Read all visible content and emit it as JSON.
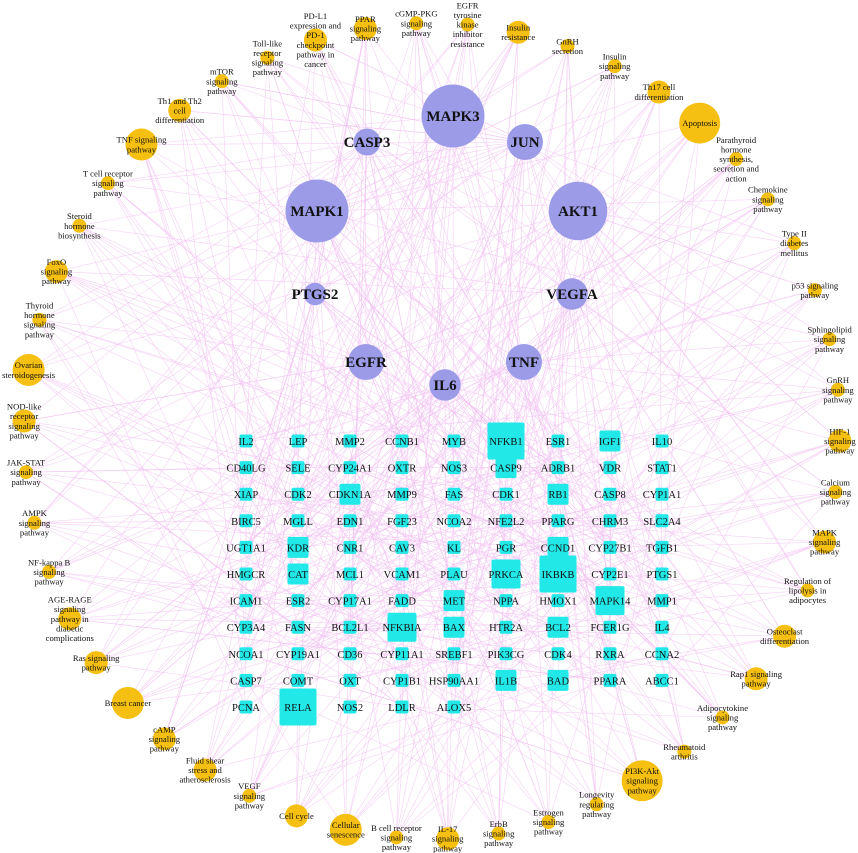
{
  "colors": {
    "edge": "#f2c2f2",
    "hub": "#9b9be8",
    "gene": "#22e8e8",
    "pathway": "#f5c011",
    "text": "#111111"
  },
  "hubs": [
    {
      "label": "MAPK3",
      "weight": 10
    },
    {
      "label": "JUN",
      "weight": 4
    },
    {
      "label": "AKT1",
      "weight": 9
    },
    {
      "label": "VEGFA",
      "weight": 3
    },
    {
      "label": "TNF",
      "weight": 4
    },
    {
      "label": "IL6",
      "weight": 3
    },
    {
      "label": "EGFR",
      "weight": 4
    },
    {
      "label": "PTGS2",
      "weight": 1
    },
    {
      "label": "MAPK1",
      "weight": 10
    },
    {
      "label": "CASP3",
      "weight": 2
    }
  ],
  "gene_rows": [
    [
      "IL2",
      "LEP",
      "MMP2",
      "CCNB1",
      "MYB",
      "NFKB1",
      "ESR1",
      "IGF1",
      "IL10"
    ],
    [
      "CD40LG",
      "SELE",
      "CYP24A1",
      "OXTR",
      "NOS3",
      "CASP9",
      "ADRB1",
      "VDR",
      "STAT1"
    ],
    [
      "XIAP",
      "CDK2",
      "CDKN1A",
      "MMP9",
      "FAS",
      "CDK1",
      "RB1",
      "CASP8",
      "CYP1A1"
    ],
    [
      "BIRC5",
      "MGLL",
      "EDN1",
      "FGF23",
      "NCOA2",
      "NFE2L2",
      "PPARG",
      "CHRM3",
      "SLC2A4"
    ],
    [
      "UGT1A1",
      "KDR",
      "CNR1",
      "CAV3",
      "KL",
      "PGR",
      "CCND1",
      "CYP27B1",
      "TGFB1"
    ],
    [
      "HMGCR",
      "CAT",
      "MCL1",
      "VCAM1",
      "PLAU",
      "PRKCA",
      "IKBKB",
      "CYP2E1",
      "PTGS1"
    ],
    [
      "ICAM1",
      "ESR2",
      "CYP17A1",
      "FADD",
      "MET",
      "NPPA",
      "HMOX1",
      "MAPK14",
      "MMP1"
    ],
    [
      "CYP3A4",
      "FASN",
      "BCL2L1",
      "NFKBIA",
      "BAX",
      "HTR2A",
      "BCL2",
      "FCER1G",
      "IL4"
    ],
    [
      "NCOA1",
      "CYP19A1",
      "CD36",
      "CYP11A1",
      "SREBF1",
      "PIK3CG",
      "CDK4",
      "RXRA",
      "CCNA2"
    ],
    [
      "CASP7",
      "COMT",
      "OXT",
      "CYP1B1",
      "HSP90AA1",
      "IL1B",
      "BAD",
      "PPARA",
      "ABCC1"
    ],
    [
      "PCNA",
      "RELA",
      "NOS2",
      "LDLR",
      "ALOX5"
    ]
  ],
  "gene_weights": {
    "NFKB1": 3,
    "PRKCA": 2,
    "IKBKB": 3,
    "RELA": 3,
    "NFKBIA": 2,
    "MAPK14": 2,
    "CDKN1A": 1,
    "IGF1": 1,
    "BCL2": 1,
    "BAD": 1,
    "IL1B": 1,
    "BAX": 1,
    "CASP9": 1,
    "MET": 1,
    "KDR": 1,
    "CAT": 1,
    "RB1": 1,
    "CCND1": 1
  },
  "pathways": [
    {
      "lines": [
        "EGFR",
        "tyrosine",
        "kinase",
        "inhibitor",
        "resistance"
      ],
      "weight": 0
    },
    {
      "lines": [
        "Insulin",
        "resistance"
      ],
      "weight": 1
    },
    {
      "lines": [
        "GnRH",
        "secretion"
      ],
      "weight": 0
    },
    {
      "lines": [
        "Insulin",
        "signaling",
        "pathway"
      ],
      "weight": 0
    },
    {
      "lines": [
        "Th17 cell",
        "differentiation"
      ],
      "weight": 1
    },
    {
      "lines": [
        "Apoptosis"
      ],
      "weight": 3
    },
    {
      "lines": [
        "Parathyroid",
        "hormone",
        "synthesis,",
        "secretion and",
        "action"
      ],
      "weight": 0
    },
    {
      "lines": [
        "Chemokine",
        "signaling",
        "pathway"
      ],
      "weight": 0
    },
    {
      "lines": [
        "Type II",
        "diabetes",
        "mellitus"
      ],
      "weight": 0
    },
    {
      "lines": [
        "p53 signaling",
        "pathway"
      ],
      "weight": 0
    },
    {
      "lines": [
        "Sphingolipid",
        "signaling",
        "pathway"
      ],
      "weight": 0
    },
    {
      "lines": [
        "GnRH",
        "signaling",
        "pathway"
      ],
      "weight": 0
    },
    {
      "lines": [
        "HIF-1",
        "signaling",
        "pathway"
      ],
      "weight": 1
    },
    {
      "lines": [
        "Calcium",
        "signaling",
        "pathway"
      ],
      "weight": 0
    },
    {
      "lines": [
        "MAPK",
        "signaling",
        "pathway"
      ],
      "weight": 1
    },
    {
      "lines": [
        "Regulation of",
        "lipolysis in",
        "adipocytes"
      ],
      "weight": 0
    },
    {
      "lines": [
        "Osteoclast",
        "differentiation"
      ],
      "weight": 1
    },
    {
      "lines": [
        "Rap1 signaling",
        "pathway"
      ],
      "weight": 1
    },
    {
      "lines": [
        "Adipocytokine",
        "signaling",
        "pathway"
      ],
      "weight": 0
    },
    {
      "lines": [
        "Rheumatoid",
        "arthritis"
      ],
      "weight": 0
    },
    {
      "lines": [
        "PI3K-Akt",
        "signaling",
        "pathway"
      ],
      "weight": 3
    },
    {
      "lines": [
        "Longevity",
        "regulating",
        "pathway"
      ],
      "weight": 0
    },
    {
      "lines": [
        "Estrogen",
        "signaling",
        "pathway"
      ],
      "weight": 0
    },
    {
      "lines": [
        "ErbB",
        "signaling",
        "pathway"
      ],
      "weight": 0
    },
    {
      "lines": [
        "IL-17",
        "signaling",
        "pathway"
      ],
      "weight": 1
    },
    {
      "lines": [
        "B cell receptor",
        "signaling",
        "pathway"
      ],
      "weight": 0
    },
    {
      "lines": [
        "Cellular",
        "senescence"
      ],
      "weight": 2
    },
    {
      "lines": [
        "Cell cycle"
      ],
      "weight": 1
    },
    {
      "lines": [
        "VEGF",
        "signaling",
        "pathway"
      ],
      "weight": 0
    },
    {
      "lines": [
        "Fluid shear",
        "stress and",
        "atherosclerosis"
      ],
      "weight": 1
    },
    {
      "lines": [
        "cAMP",
        "signaling",
        "pathway"
      ],
      "weight": 1
    },
    {
      "lines": [
        "Breast cancer"
      ],
      "weight": 2
    },
    {
      "lines": [
        "Ras signaling",
        "pathway"
      ],
      "weight": 1
    },
    {
      "lines": [
        "AGE-RAGE",
        "signaling",
        "pathway in",
        "diabetic",
        "complications"
      ],
      "weight": 1
    },
    {
      "lines": [
        "NF-kappa B",
        "signaling",
        "pathway"
      ],
      "weight": 0
    },
    {
      "lines": [
        "AMPK",
        "signaling",
        "pathway"
      ],
      "weight": 0
    },
    {
      "lines": [
        "JAK-STAT",
        "signaling",
        "pathway"
      ],
      "weight": 0
    },
    {
      "lines": [
        "NOD-like",
        "receptor",
        "signaling",
        "pathway"
      ],
      "weight": 1
    },
    {
      "lines": [
        "Ovarian",
        "steroidogenesis"
      ],
      "weight": 2
    },
    {
      "lines": [
        "Thyroid",
        "hormone",
        "signaling",
        "pathway"
      ],
      "weight": 0
    },
    {
      "lines": [
        "FoxO",
        "signaling",
        "pathway"
      ],
      "weight": 1
    },
    {
      "lines": [
        "Steroid",
        "hormone",
        "biosynthesis"
      ],
      "weight": 0
    },
    {
      "lines": [
        "T cell receptor",
        "signaling",
        "pathway"
      ],
      "weight": 0
    },
    {
      "lines": [
        "TNF signaling",
        "pathway"
      ],
      "weight": 2
    },
    {
      "lines": [
        "Th1 and Th2",
        "cell",
        "differentiation"
      ],
      "weight": 1
    },
    {
      "lines": [
        "mTOR",
        "signaling",
        "pathway"
      ],
      "weight": 0
    },
    {
      "lines": [
        "Toll-like",
        "receptor",
        "signaling",
        "pathway"
      ],
      "weight": 0
    },
    {
      "lines": [
        "PD-L1",
        "expression and",
        "PD-1",
        "checkpoint",
        "pathway in",
        "cancer"
      ],
      "weight": 1
    },
    {
      "lines": [
        "PPAR",
        "signaling",
        "pathway"
      ],
      "weight": 1
    },
    {
      "lines": [
        "cGMP-PKG",
        "signaling",
        "pathway"
      ],
      "weight": 0
    }
  ]
}
